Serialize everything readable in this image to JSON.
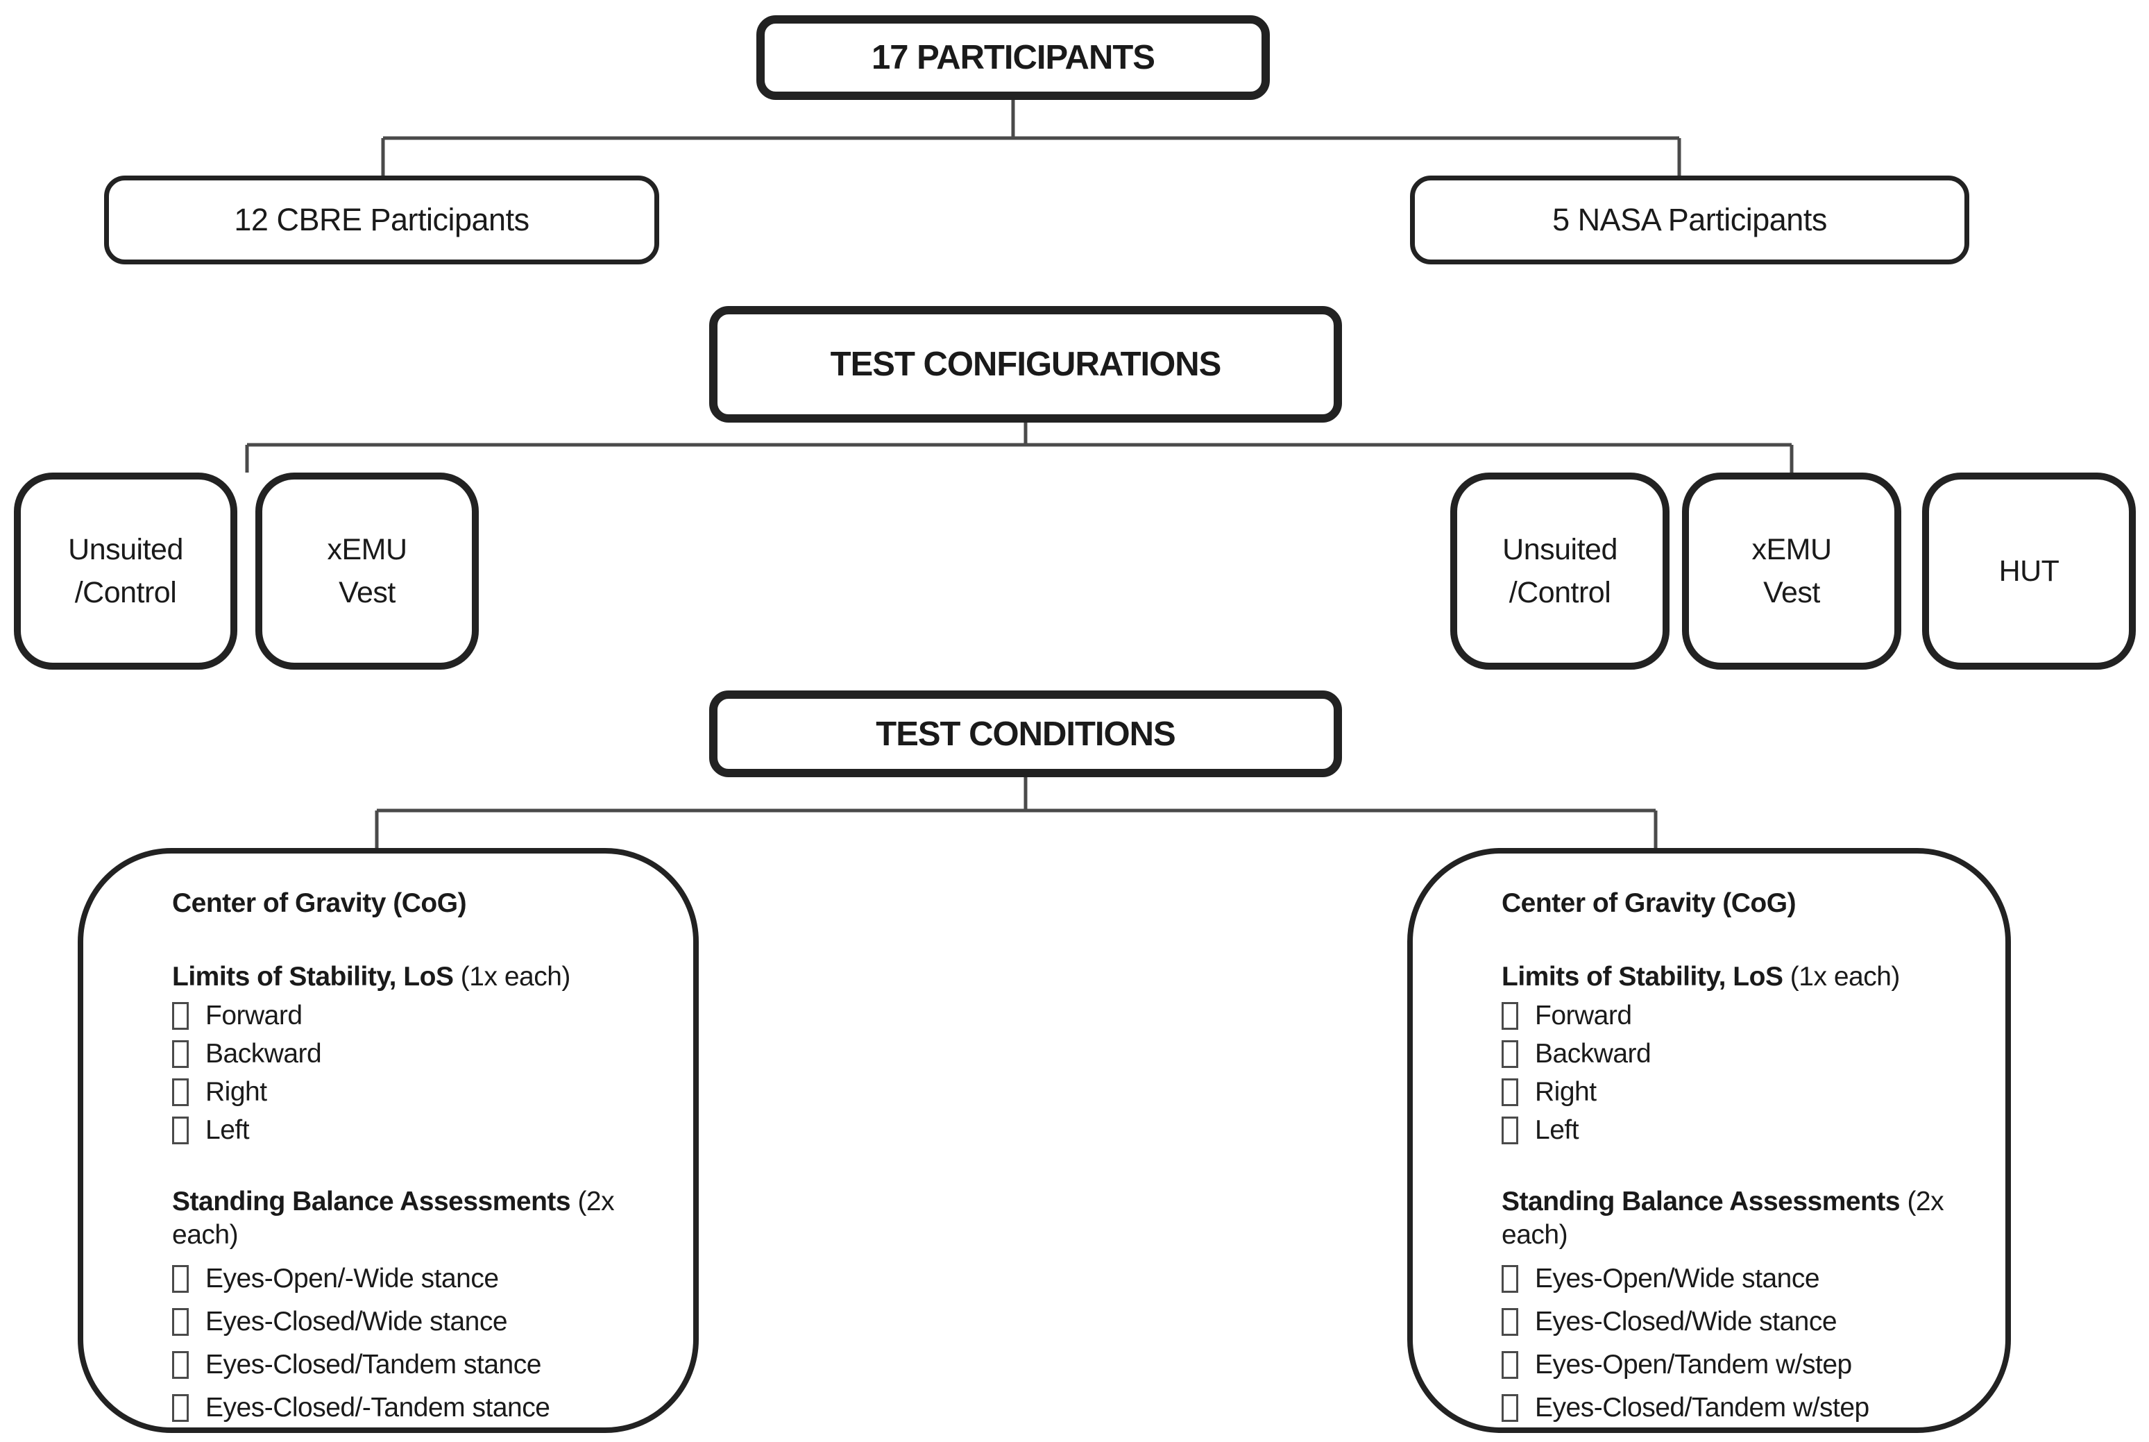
{
  "root": {
    "label": "17 PARTICIPANTS"
  },
  "participants": {
    "cbre": {
      "label": "12 CBRE Participants"
    },
    "nasa": {
      "label": "5 NASA Participants"
    }
  },
  "test_configurations": {
    "label": "TEST CONFIGURATIONS",
    "cbre_group": [
      {
        "label": "Unsuited\n/Control"
      },
      {
        "label": "xEMU\nVest"
      }
    ],
    "nasa_group": [
      {
        "label": "Unsuited\n/Control"
      },
      {
        "label": "xEMU\nVest"
      },
      {
        "label": "HUT"
      }
    ]
  },
  "test_conditions": {
    "label": "TEST CONDITIONS",
    "left_panel": {
      "cog_heading": "Center of Gravity (CoG)",
      "los_heading_bold": "Limits of Stability, LoS",
      "los_heading_rest": " (1x each)",
      "los_items": [
        "Forward",
        "Backward",
        "Right",
        "Left"
      ],
      "sba_heading_bold": "Standing Balance Assessments",
      "sba_heading_rest": " (2x each)",
      "sba_items": [
        "Eyes-Open/-Wide stance",
        "Eyes-Closed/Wide stance",
        "Eyes-Closed/Tandem stance",
        "Eyes-Closed/-Tandem stance"
      ]
    },
    "right_panel": {
      "cog_heading": "Center of Gravity (CoG)",
      "los_heading_bold": "Limits of Stability, LoS",
      "los_heading_rest": " (1x each)",
      "los_items": [
        "Forward",
        "Backward",
        "Right",
        "Left"
      ],
      "sba_heading_bold": "Standing Balance Assessments",
      "sba_heading_rest": " (2x each)",
      "sba_items": [
        "Eyes-Open/Wide stance",
        "Eyes-Closed/Wide stance",
        "Eyes-Open/Tandem w/step",
        "Eyes-Closed/Tandem w/step"
      ]
    }
  },
  "colors": {
    "line": "#4a4a4a",
    "border": "#222222",
    "text": "#1a1a1a"
  }
}
